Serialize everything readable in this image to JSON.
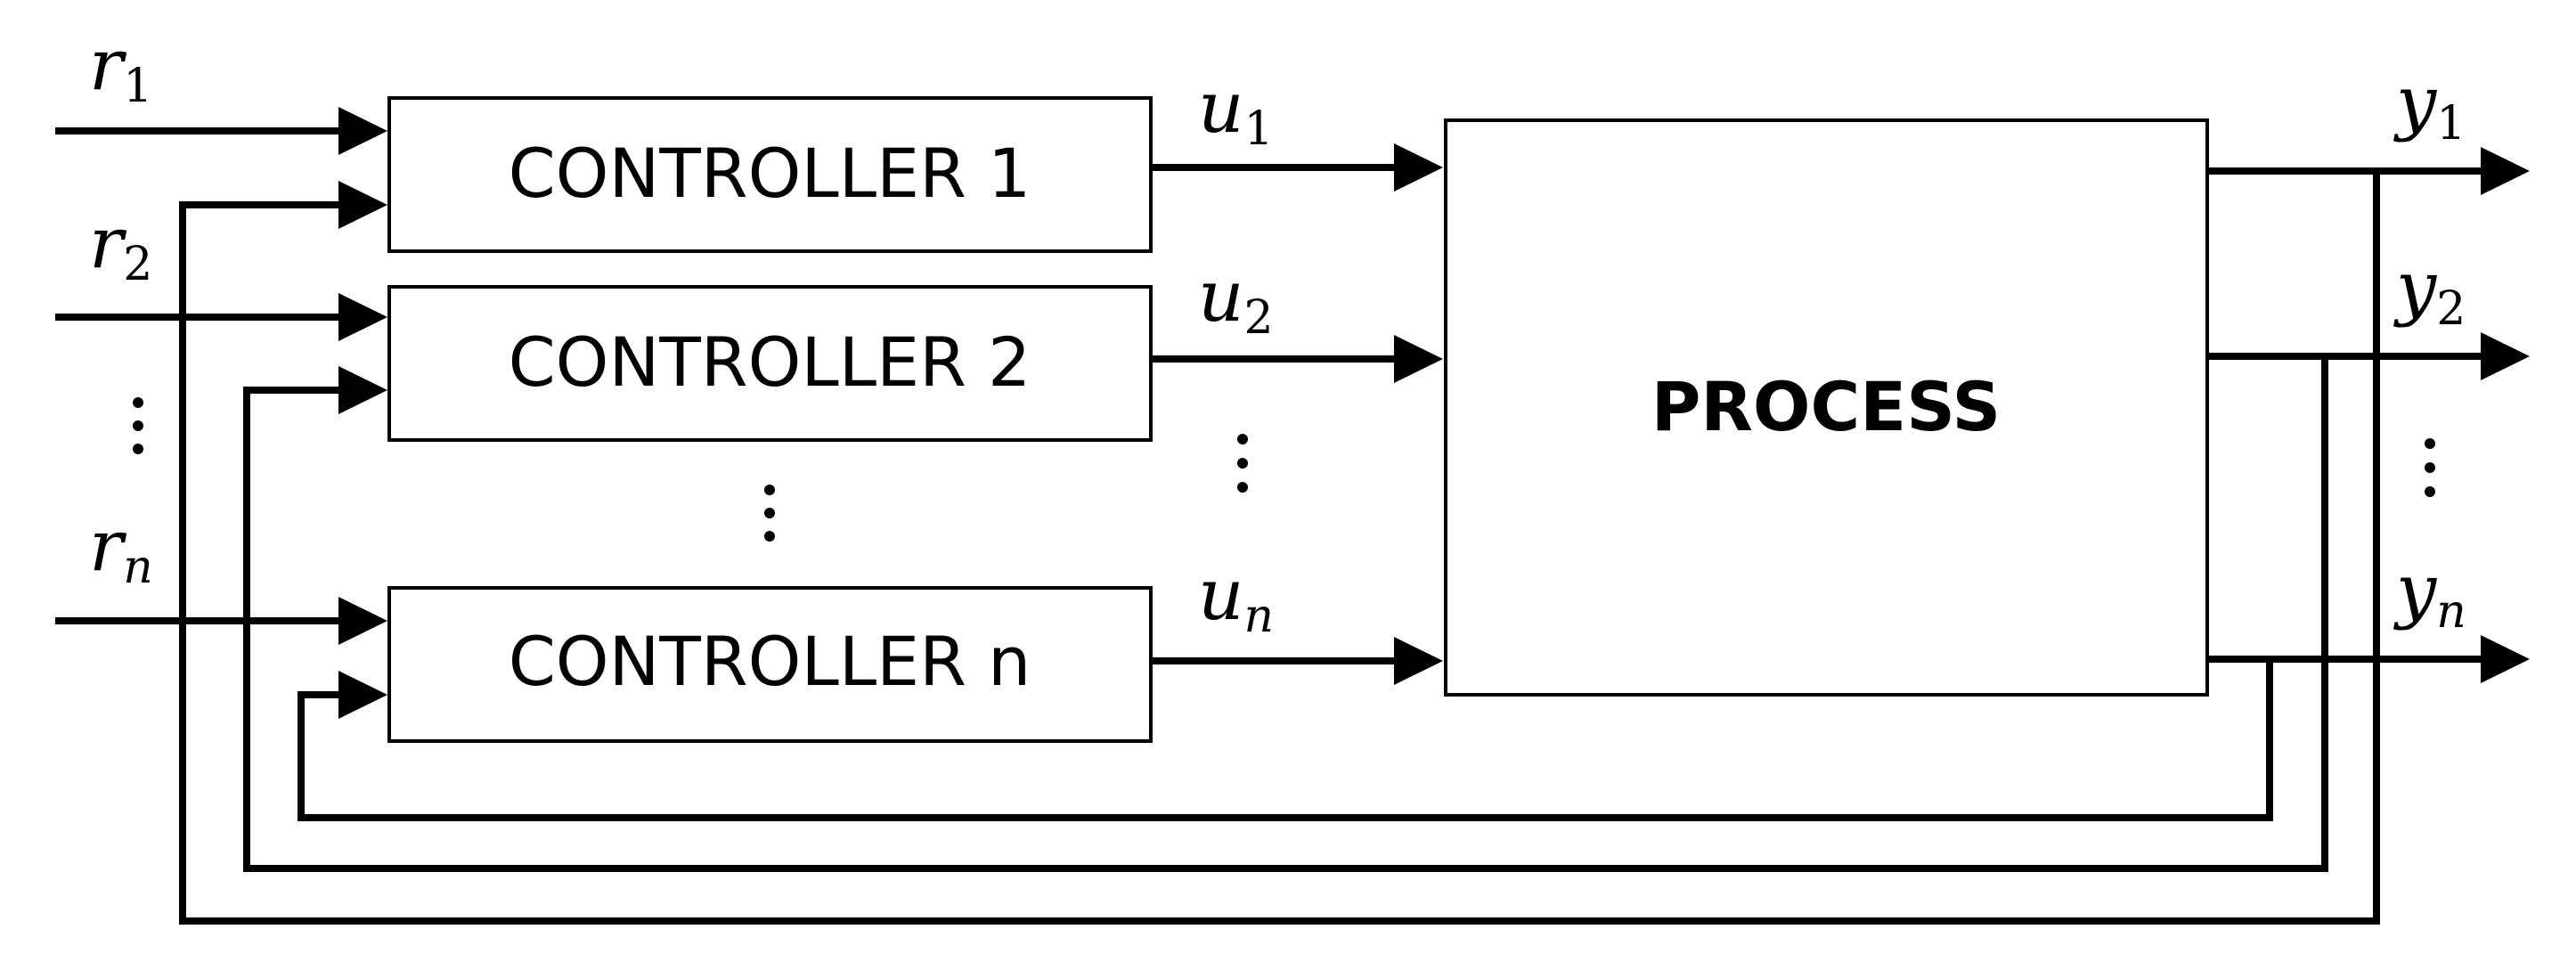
{
  "controllers": [
    {
      "label": "CONTROLLER 1"
    },
    {
      "label": "CONTROLLER 2"
    },
    {
      "label": "CONTROLLER n"
    }
  ],
  "process": {
    "label": "PROCESS"
  },
  "references": [
    {
      "symbol": "r",
      "subscript": "1"
    },
    {
      "symbol": "r",
      "subscript": "2"
    },
    {
      "symbol": "r",
      "subscript": "n"
    }
  ],
  "control_signals": [
    {
      "symbol": "u",
      "subscript": "1"
    },
    {
      "symbol": "u",
      "subscript": "2"
    },
    {
      "symbol": "u",
      "subscript": "n"
    }
  ],
  "outputs": [
    {
      "symbol": "y",
      "subscript": "1"
    },
    {
      "symbol": "y",
      "subscript": "2"
    },
    {
      "symbol": "y",
      "subscript": "n"
    }
  ]
}
